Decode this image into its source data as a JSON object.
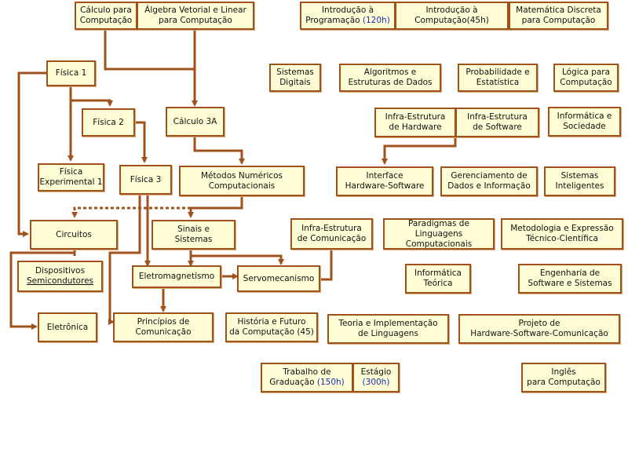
{
  "colors": {
    "box_fill": "#fefdd6",
    "box_border": "#a0521c",
    "connector": "#a0521c",
    "highlight_text": "#1a2fb0"
  },
  "courses": {
    "calculo_comp": "Cálculo para\nComputação",
    "algebra": "Álgebra Vetorial e Linear\npara Computação",
    "intro_prog": "Introdução à\nProgramação",
    "intro_prog_hours": "(120h)",
    "intro_comp": "Introdução à\nComputação(45h)",
    "mat_discreta": "Matemática Discreta\npara Computação",
    "fisica1": "Física 1",
    "sist_digitais": "Sistemas\nDigitais",
    "algoritmos": "Algoritmos e\nEstruturas de Dados",
    "probabilidade": "Probabilidade e\nEstatística",
    "logica": "Lógica para\nComputação",
    "fisica2": "Física 2",
    "calculo3a": "Cálculo 3A",
    "infra_hw": "Infra-Estrutura\nde Hardware",
    "infra_sw": "Infra-Estrutura\nde Software",
    "info_sociedade": "Informática e\nSociedade",
    "fisica_exp": "Física\nExperimental 1",
    "fisica3": "Física 3",
    "metodos": "Métodos Numéricos\nComputacionais",
    "interface": "Interface\nHardware-Software",
    "gerenciamento": "Gerenciamento de\nDados e Informação",
    "sist_inteligentes": "Sistemas\nInteligentes",
    "circuitos": "Circuitos",
    "sinais": "Sinais e\nSistemas",
    "infra_com": "Infra-Estrutura\nde Comunicação",
    "paradigmas": "Paradigmas de Linguagens\nComputacionais",
    "metodologia": "Metodologia e Expressão\nTécnico-Científica",
    "dispositivos_l1": "Dispositivos",
    "dispositivos_l2": "Semicondutores",
    "eletromagnetismo": "Eletromagnetismo",
    "servomecanismo": "Servomecanismo",
    "info_teorica": "Informática\nTeórica",
    "eng_software": "Engenharia de\nSoftware e Sistemas",
    "eletronica": "Eletrônica",
    "principios_com": "Princípios de\nComunicação",
    "historia": "História e Futuro\nda Computação (45)",
    "teoria_ling": "Teoria e Implementação\nde Linguagens",
    "projeto_hw": "Projeto de\nHardware-Software-Comunicação",
    "tg_l1": "Trabalho de",
    "tg_l2a": "Graduação",
    "tg_l2b": "(150h)",
    "estagio_l1": "Estágio",
    "estagio_l2": "(300h)",
    "ingles": "Inglês\npara Computação"
  }
}
